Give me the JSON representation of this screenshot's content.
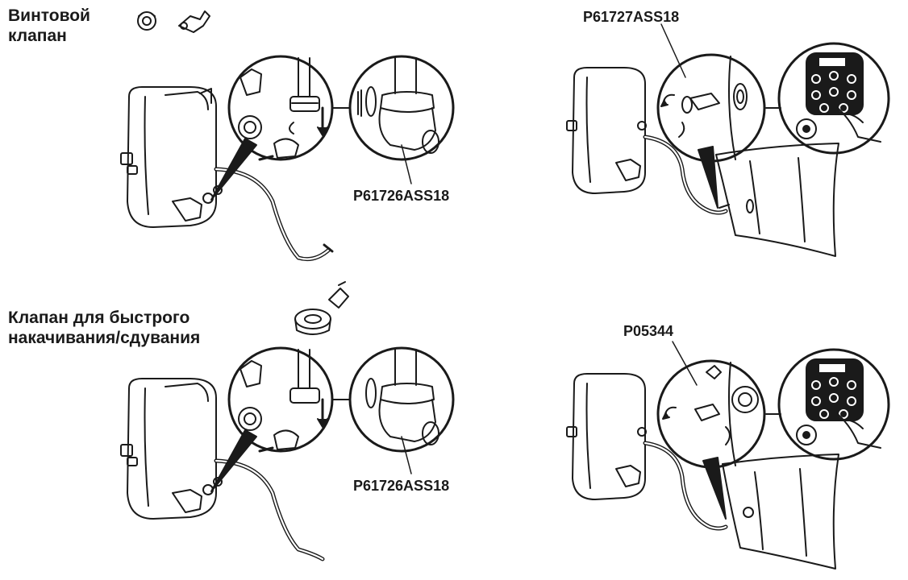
{
  "sections": [
    {
      "title_line1": "Винтовой",
      "title_line2": "клапан"
    },
    {
      "title_line1": "Клапан для быстрого",
      "title_line2": "накачивания/сдувания"
    }
  ],
  "part_numbers": {
    "top_left": "P61726ASS18",
    "top_right": "P61727ASS18",
    "bottom_left": "P61726ASS18",
    "bottom_right": "P05344"
  },
  "colors": {
    "ink": "#1a1a1a",
    "paper": "#ffffff"
  }
}
